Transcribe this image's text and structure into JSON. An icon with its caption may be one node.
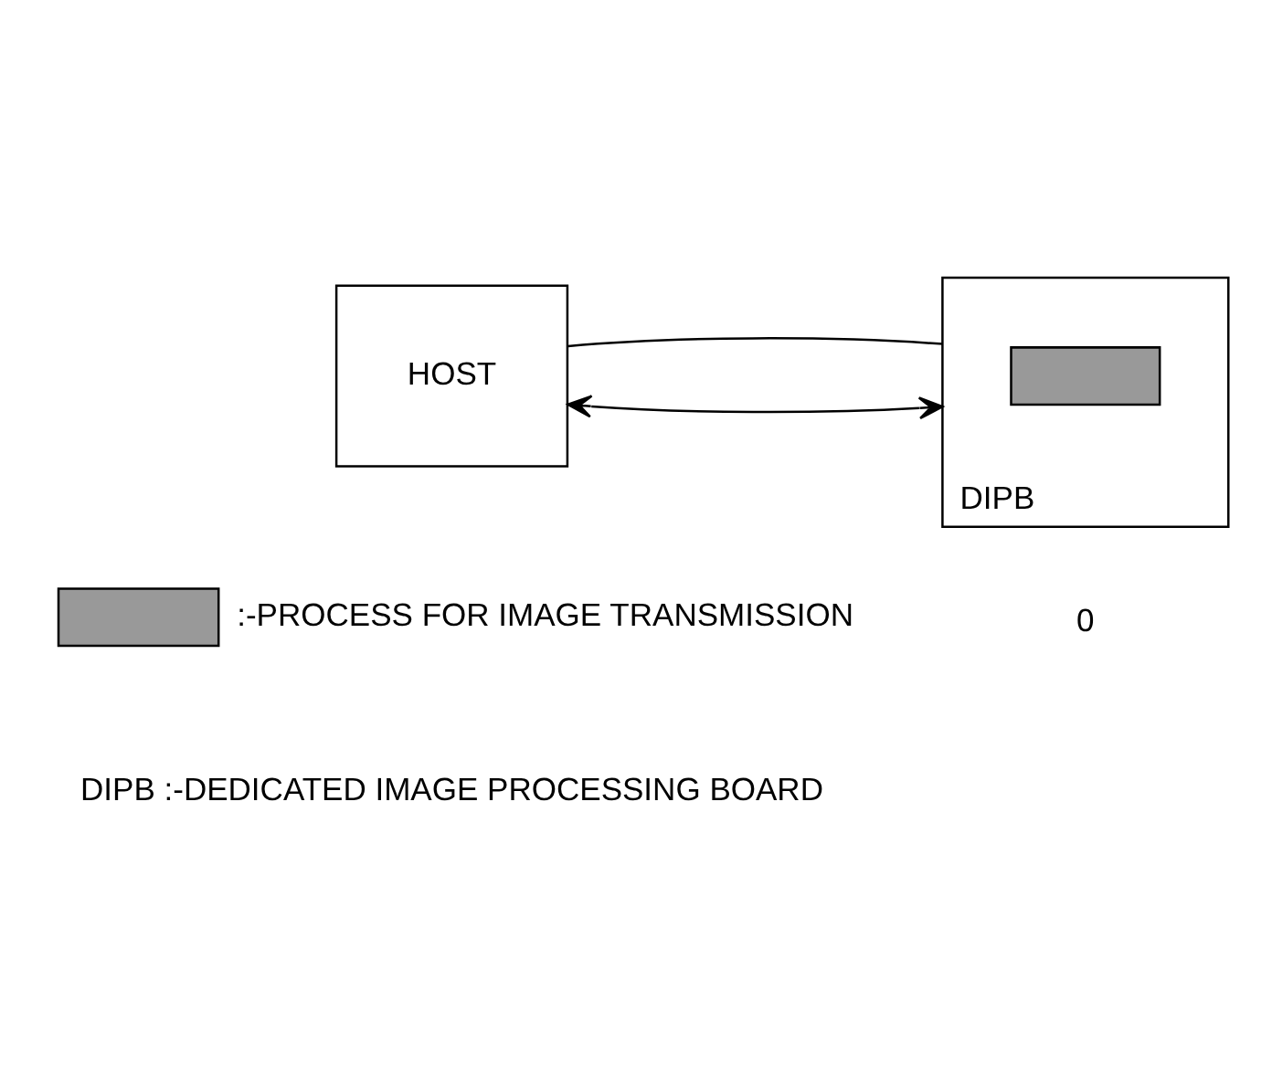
{
  "diagram": {
    "nodes": [
      {
        "text": [
          "HOST"
        ]
      },
      {
        "text": [
          "DIPB"
        ]
      },
      {
        "text": [],
        "shape": "box",
        "in": 1
      }
    ],
    "edges": [
      {
        "from": 0,
        "to": 1,
        "arrow": "both"
      },
      {
        "from": 0,
        "to": 1,
        "arrow": "none"
      }
    ],
    "labels": [
      "0",
      "DIPB :-DEDICATED IMAGE PROCESSING BOARD"
    ],
    "legend": [
      {
        "text": ":-PROCESS FOR IMAGE TRANSMISSION"
      }
    ]
  }
}
